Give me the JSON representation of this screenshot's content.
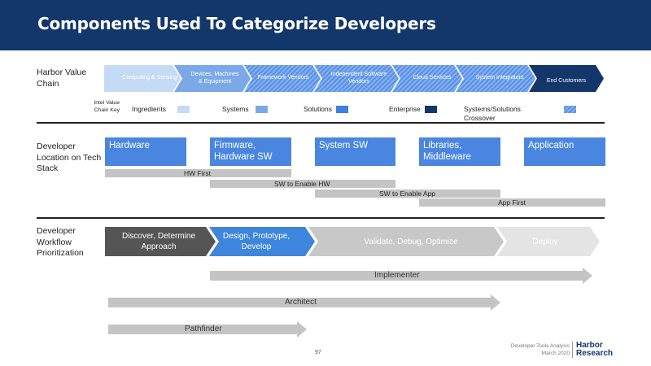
{
  "title": "Components Used To Categorize Developers",
  "value_chain": {
    "label": "Harbor Value Chain",
    "stages": [
      "Computing & Sensing",
      "Devices, Machines & Equipment",
      "Framework Vendors",
      "Independent Software Vendors",
      "Cloud Services",
      "System Integrators",
      "End Customers"
    ],
    "key_title": "Intel Value Chain Key",
    "key": [
      {
        "label": "Ingredients",
        "color": "#c5daf5"
      },
      {
        "label": "Systems",
        "color": "#7ba9e8"
      },
      {
        "label": "Solutions",
        "color": "#3e7fe0"
      },
      {
        "label": "Enterprise",
        "color": "#13376b"
      },
      {
        "label": "Systems/Solutions Crossover",
        "color": "#5b93e6"
      }
    ]
  },
  "tech_stack": {
    "label": "Developer Location on Tech Stack",
    "boxes": [
      "Hardware",
      "Firmware, Hardware SW",
      "System SW",
      "Libraries, Middleware",
      "Application"
    ],
    "bars": [
      "HW First",
      "SW to Enable HW",
      "SW to Enable App",
      "App First"
    ]
  },
  "workflow": {
    "label": "Developer Workflow Prioritization",
    "stages": [
      "Discover, Determine Approach",
      "Design, Prototype, Develop",
      "Validate, Debug, Optimize",
      "Deploy"
    ],
    "arrows": [
      "Implementer",
      "Architect",
      "Pathfinder"
    ]
  },
  "footer": {
    "page": "97",
    "doc_title": "Developer Tools Analysis",
    "date": "March 2020",
    "logo_line1": "Harbor",
    "logo_line2": "Research"
  }
}
